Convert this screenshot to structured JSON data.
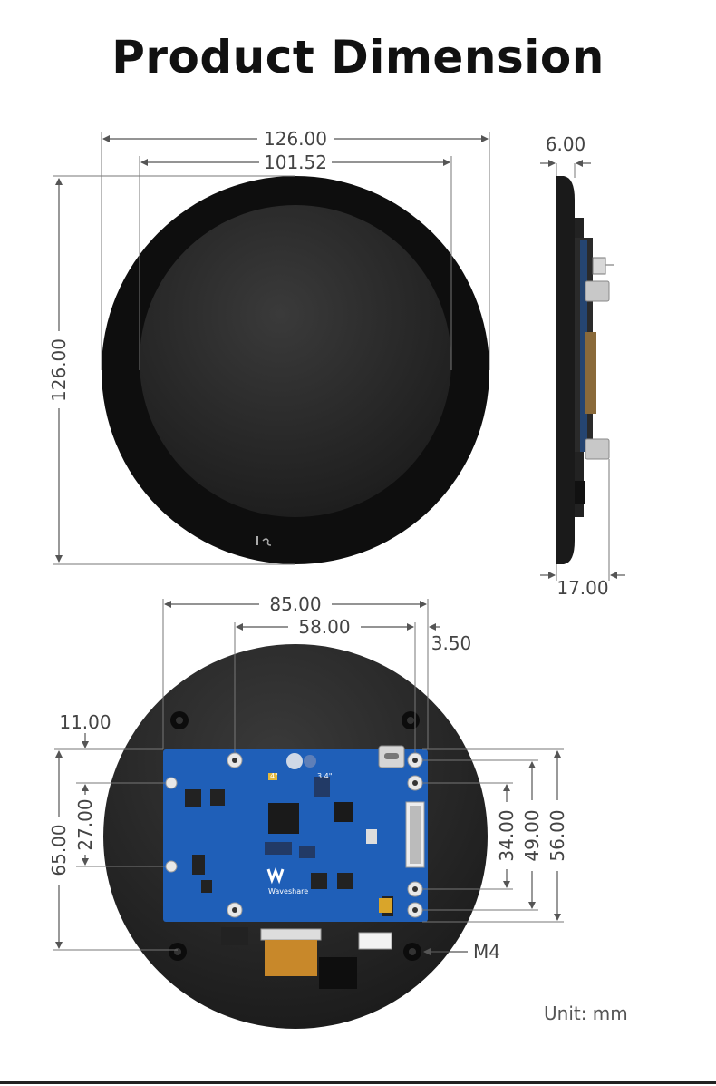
{
  "title": "Product Dimension",
  "unit": "Unit: mm",
  "front_view": {
    "overall_width": "126.00",
    "display_width": "101.52",
    "overall_height": "126.00"
  },
  "side_view": {
    "thickness": "6.00",
    "total_depth": "17.00"
  },
  "back_view": {
    "hole_span": "85.00",
    "board_hole_span": "58.00",
    "hole_offset": "3.50",
    "top_offset": "11.00",
    "left_hole_pitch": "27.00",
    "hole_row_height": "65.00",
    "right_pitch_a": "34.00",
    "right_pitch_b": "49.00",
    "right_pitch_c": "56.00",
    "screw_label": "M4",
    "brand_label": "Waveshare",
    "switch_labels": [
      "4\"",
      "3.4\""
    ]
  },
  "colors": {
    "pcb": "#1f5fb8",
    "bezel": "#111111",
    "glass": "#2a2a2a",
    "dimension_line": "#555555"
  }
}
